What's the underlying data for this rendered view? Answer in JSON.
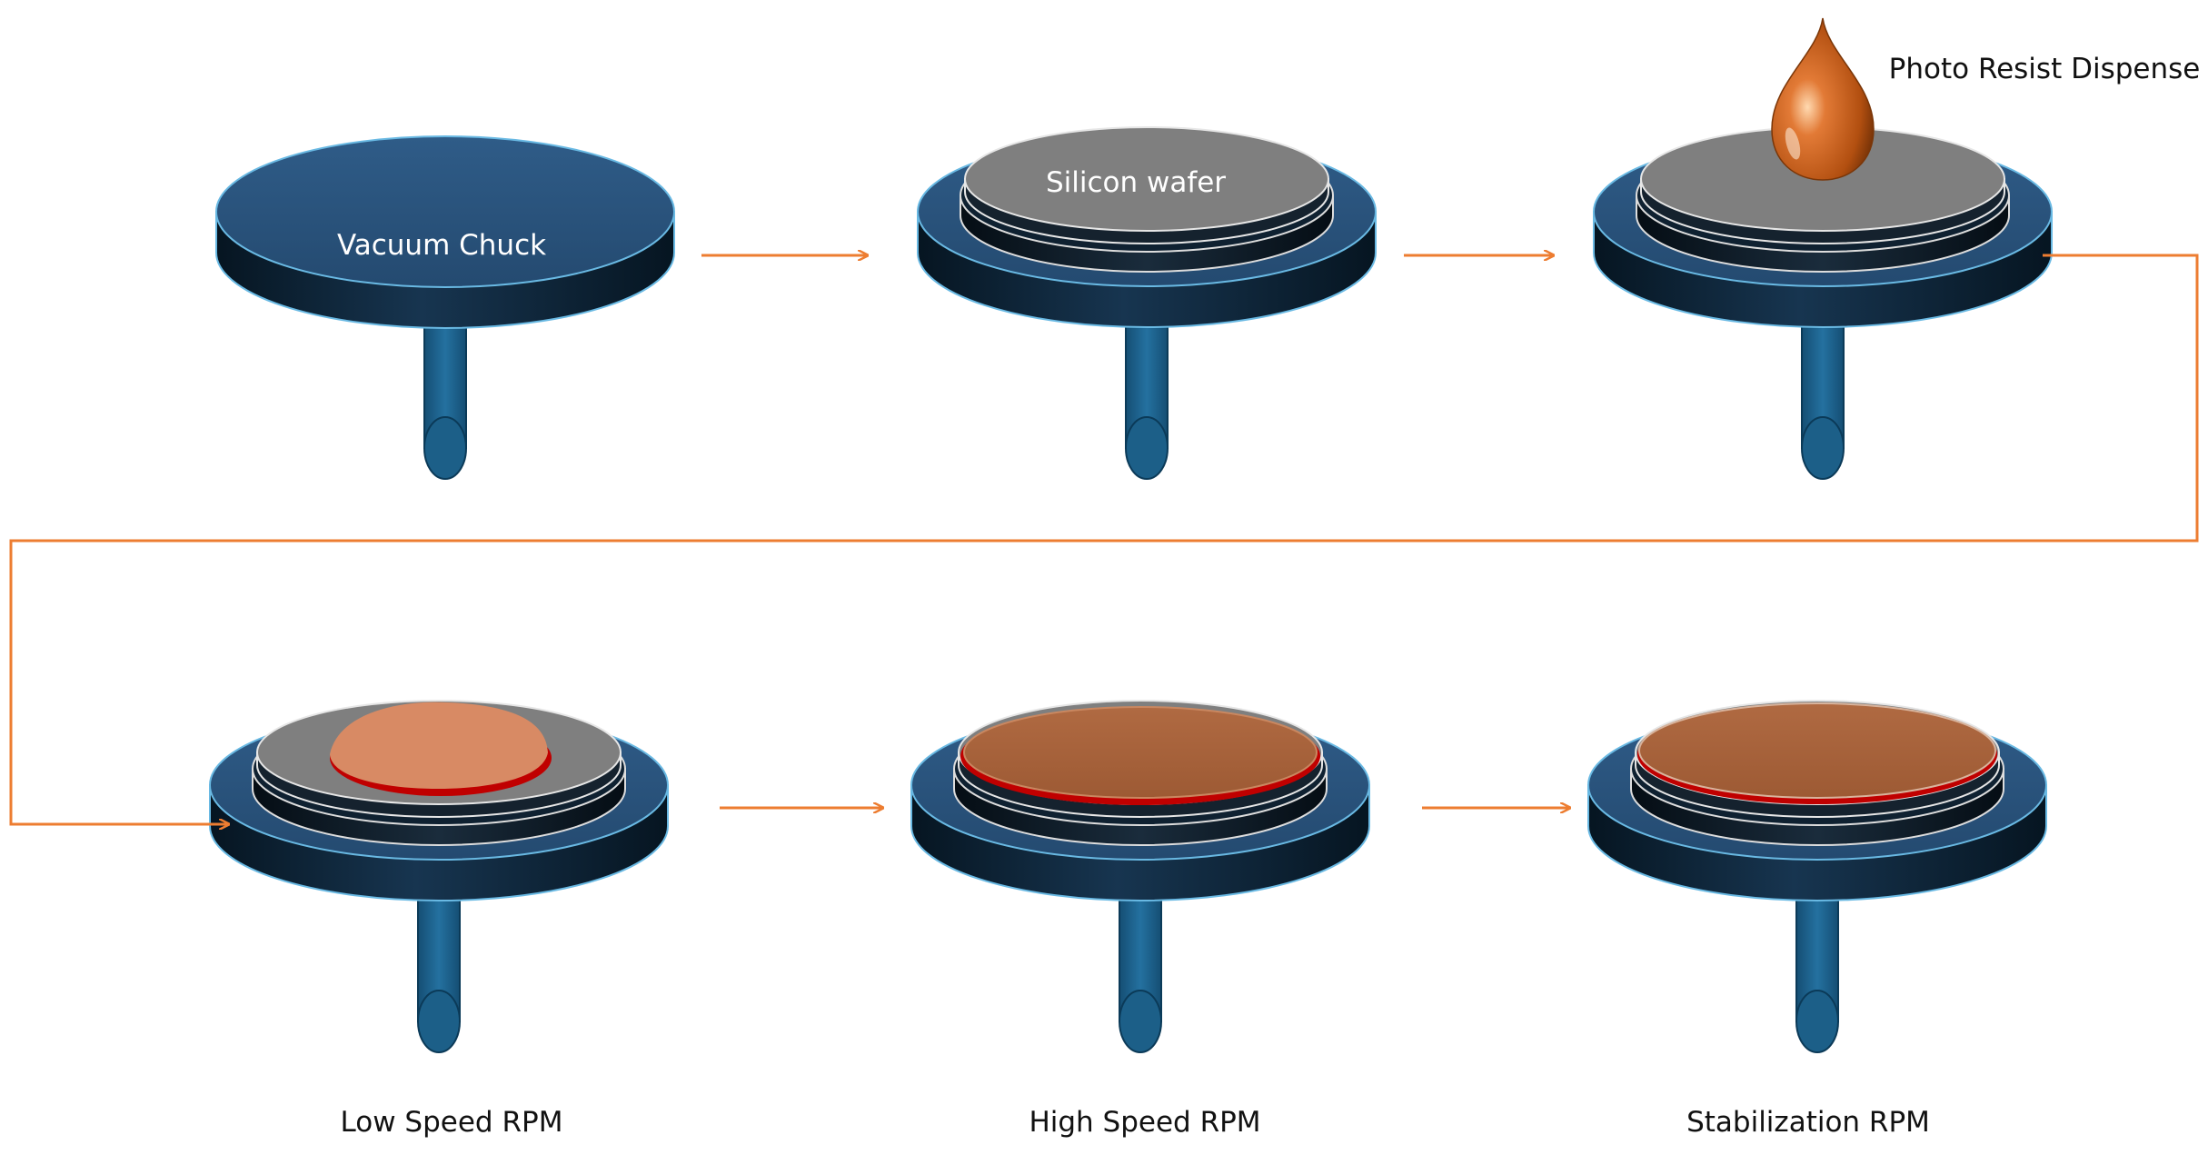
{
  "labels": {
    "vacuum_chuck": "Vacuum Chuck",
    "silicon_wafer": "Silicon wafer",
    "photo_resist_dispense": "Photo Resist Dispense",
    "low_speed": "Low Speed RPM",
    "high_speed": "High Speed RPM",
    "stabilization": "Stabilization RPM"
  },
  "colors": {
    "flow_arrow": "#ED7D31",
    "chuck_top": "#2A5078",
    "chuck_side": "#0E2233",
    "chuck_edge": "#69B9E3",
    "shaft": "#1C5F88",
    "wafer": "#7F7F7F",
    "resist_light": "#D88A64",
    "resist_dark": "#A65F3A",
    "resist_rim": "#C00000",
    "droplet": "#C55A11"
  },
  "steps": [
    {
      "name": "step-vacuum-chuck",
      "wafer": false,
      "resist": "none",
      "label_key": ""
    },
    {
      "name": "step-silicon-wafer",
      "wafer": true,
      "resist": "none",
      "label_key": ""
    },
    {
      "name": "step-photo-resist-dispense",
      "wafer": true,
      "resist": "none",
      "label_key": ""
    },
    {
      "name": "step-low-speed",
      "wafer": true,
      "resist": "puddle",
      "label_key": "low_speed"
    },
    {
      "name": "step-high-speed",
      "wafer": true,
      "resist": "full",
      "label_key": "high_speed"
    },
    {
      "name": "step-stabilization",
      "wafer": true,
      "resist": "thin",
      "label_key": "stabilization"
    }
  ]
}
